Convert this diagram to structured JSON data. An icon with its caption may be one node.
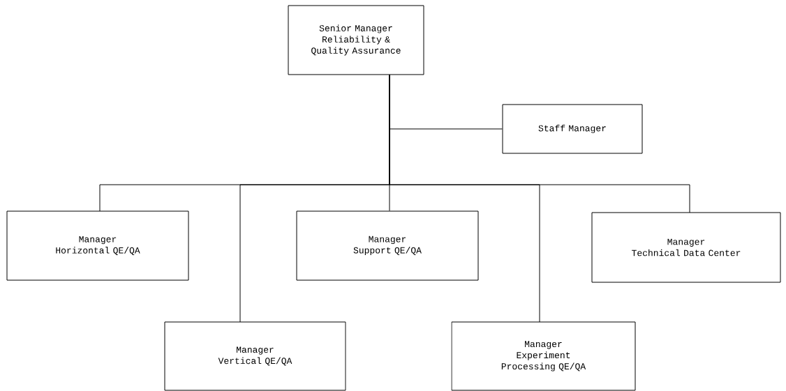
{
  "diagram": {
    "nodes": [
      {
        "text": [
          "Senior Manager",
          "Reliability & Quality Assurance"
        ]
      },
      {
        "text": [
          "Staff Manager"
        ]
      },
      {
        "text": [
          "Manager",
          "Horizontal QE/QA"
        ]
      },
      {
        "text": [
          "Manager",
          "Vertical QE/QA"
        ]
      },
      {
        "text": [
          "Manager",
          "Support QE/QA"
        ]
      },
      {
        "text": [
          "Manager",
          "Experiment Processing QE/QA"
        ]
      },
      {
        "text": [
          "Manager",
          "Technical Data Center"
        ]
      }
    ],
    "edges": [
      {
        "from": 0,
        "to": 1,
        "arrow": "none"
      },
      {
        "from": 0,
        "to": 2,
        "arrow": "none"
      },
      {
        "from": 0,
        "to": 3,
        "arrow": "none"
      },
      {
        "from": 0,
        "to": 4,
        "arrow": "none"
      },
      {
        "from": 0,
        "to": 5,
        "arrow": "none"
      },
      {
        "from": 0,
        "to": 6,
        "arrow": "none"
      }
    ]
  }
}
